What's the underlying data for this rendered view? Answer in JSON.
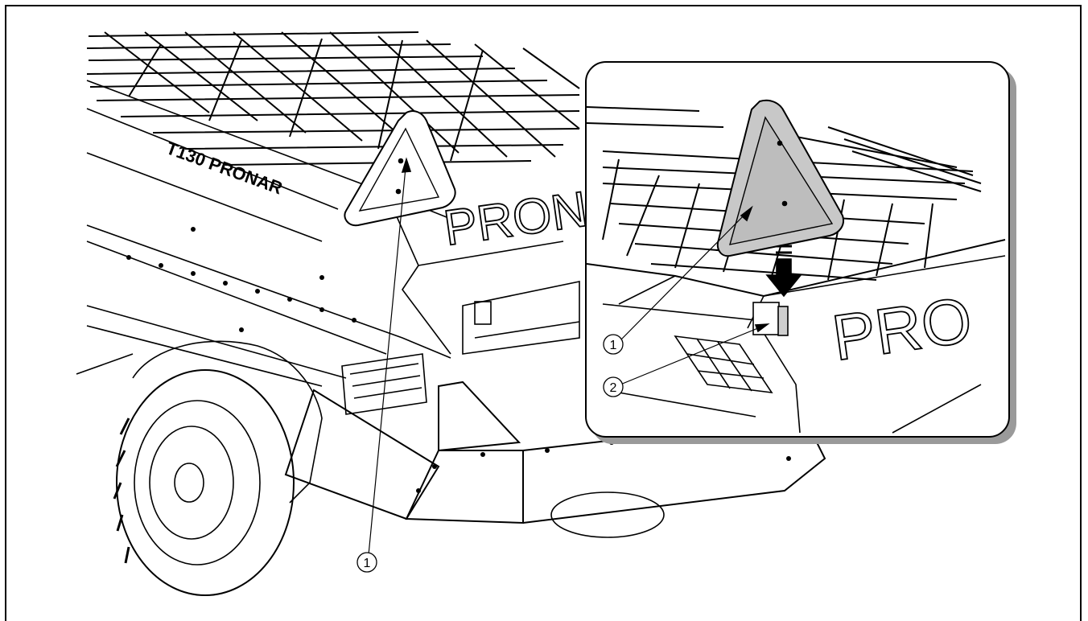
{
  "drawing": {
    "body_brand_text": "PRON",
    "side_model_text": "T130 PRONAR",
    "callouts": [
      "1"
    ]
  },
  "detail_inset": {
    "body_brand_text": "PRO",
    "callouts": [
      "1",
      "2"
    ]
  },
  "colors": {
    "line": "#000000",
    "triangle_fill": "#c8c8c8",
    "inset_shadow": "#9a9a9a"
  }
}
